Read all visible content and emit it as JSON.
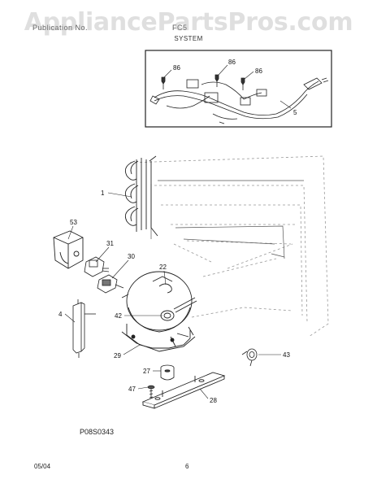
{
  "watermark": "AppliancePartsPros.com",
  "header": {
    "left_text": "Publication No.",
    "model_text": "FC5",
    "section_title": "SYSTEM"
  },
  "diagram_code": "P08S0343",
  "footer": {
    "date": "05/04",
    "page": "6"
  },
  "callouts": {
    "p86a": "86",
    "p86b": "86",
    "p86c": "86",
    "p5": "5",
    "p1": "1",
    "p53": "53",
    "p31": "31",
    "p30": "30",
    "p22": "22",
    "p4": "4",
    "p42": "42",
    "p29": "29",
    "p27": "27",
    "p47": "47",
    "p28": "28",
    "p43": "43"
  }
}
